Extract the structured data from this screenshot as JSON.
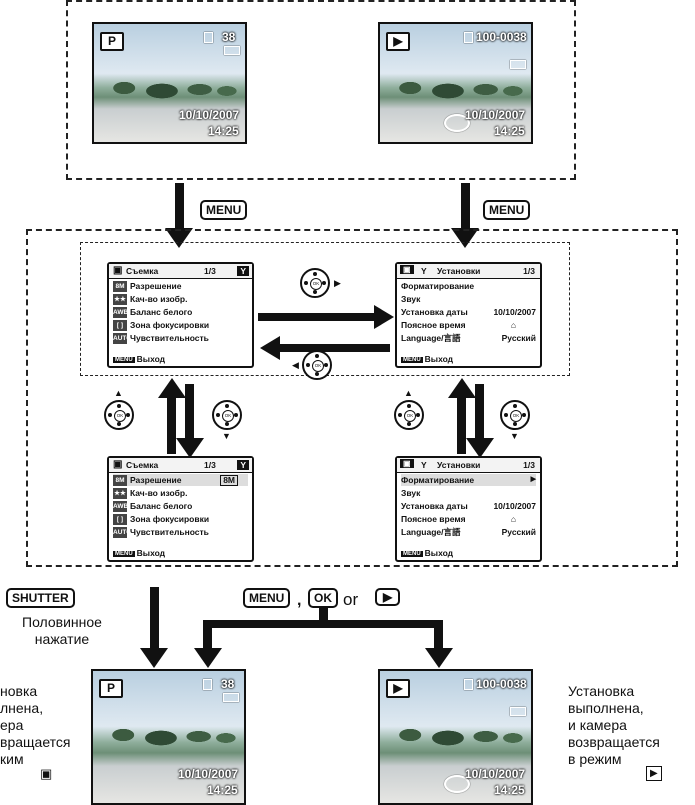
{
  "screens": {
    "photo_count": "38",
    "file_number": "100-0038",
    "date": "10/10/2007",
    "time": "14:25",
    "mode_capture": "P"
  },
  "menu_capture": {
    "title": "Съемка",
    "page": "1/3",
    "items": [
      {
        "icon": "8M",
        "label": "Разрешение"
      },
      {
        "icon": "★★",
        "label": "Кач-во изобр."
      },
      {
        "icon": "AWB",
        "label": "Баланс белого"
      },
      {
        "icon": "[ ]",
        "label": "Зона фокусировки"
      },
      {
        "icon": "AUTO",
        "label": "Чувствительность"
      }
    ],
    "selected_value": "8M",
    "footer": "Выход",
    "footer_key": "MENU"
  },
  "menu_setup": {
    "title": "Установки",
    "page": "1/3",
    "items": [
      {
        "label": "Форматирование",
        "value": ""
      },
      {
        "label": "Звук",
        "value": ""
      },
      {
        "label": "Установка даты",
        "value": "10/10/2007"
      },
      {
        "label": "Поясное время",
        "value": "⌂"
      },
      {
        "label": "Language/言語",
        "value": "Русский"
      }
    ],
    "footer": "Выход",
    "footer_key": "MENU"
  },
  "keys": {
    "menu": "MENU",
    "shutter": "SHUTTER",
    "ok": "OK",
    "or": "or",
    "comma": ","
  },
  "captions": {
    "half_press": "Половинное нажатие",
    "left_done": "Установка выполнена, и камера возвращается в режим",
    "left_visible": "новка\nлнена,\nера\nвращается\nким",
    "right_done": "Установка\nвыполнена,\nи камера\nвозвращается\nв режим"
  }
}
